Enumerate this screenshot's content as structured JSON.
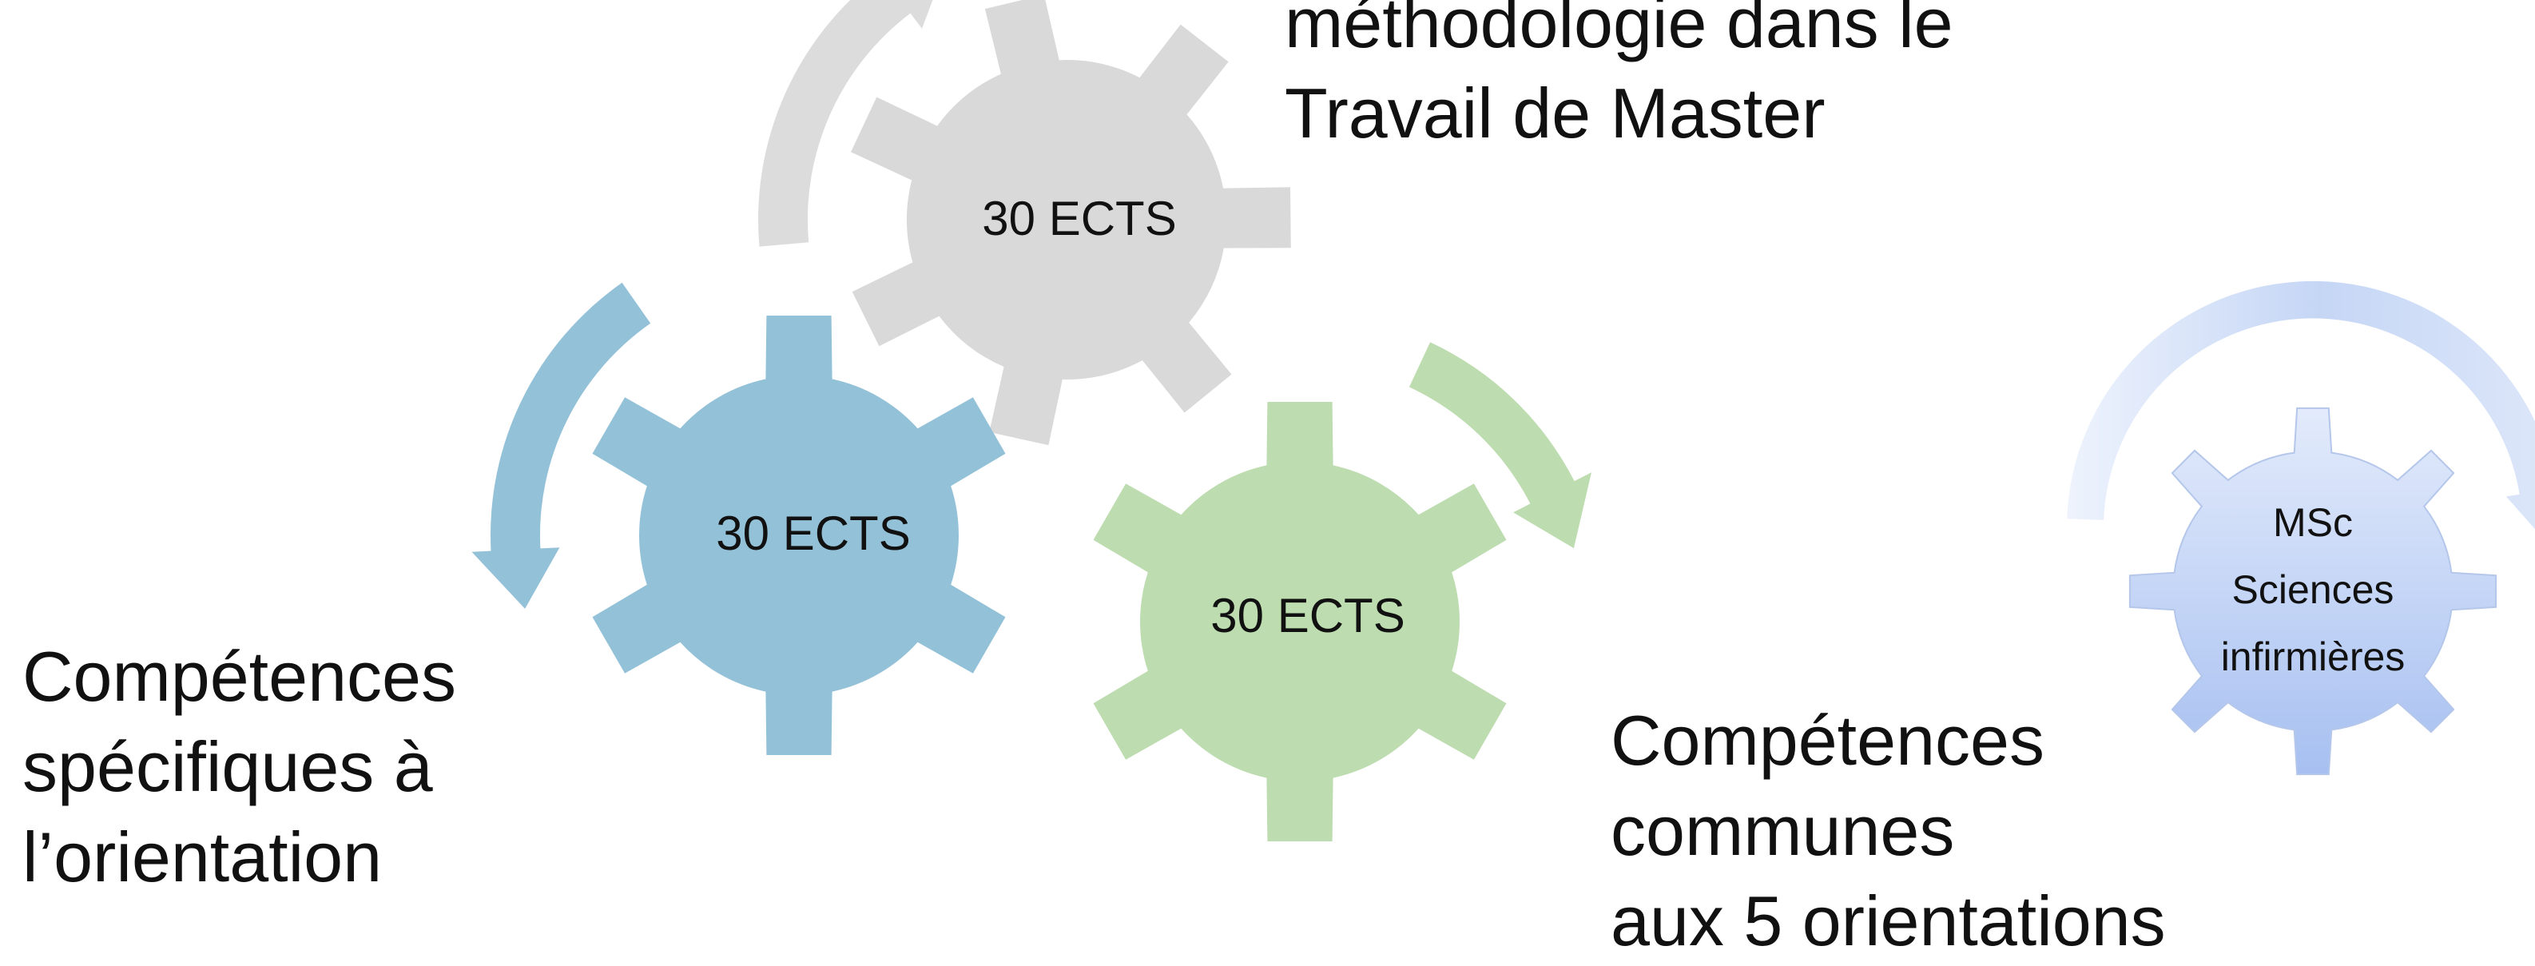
{
  "gears": [
    {
      "id": "gray",
      "label": "30 ECTS",
      "color": "#d9d9d9"
    },
    {
      "id": "blue",
      "label": "30 ECTS",
      "color": "#93c1d7"
    },
    {
      "id": "green",
      "label": "30 ECTS",
      "color": "#bddcb0"
    }
  ],
  "arrows": {
    "gray": "#dcdcdc",
    "blue": "#93c1d7",
    "green": "#bddcb0"
  },
  "captions": {
    "top": [
      "méthodologie dans le",
      "Travail de Master"
    ],
    "left": [
      "Compétences",
      "spécifiques à",
      "l’orientation"
    ],
    "bottom": [
      "Compétences",
      "communes",
      "aux 5 orientations"
    ]
  },
  "logo": {
    "lines": [
      "MSc",
      "Sciences",
      "infirmières"
    ],
    "gear_color_light": "#dbe6fa",
    "gear_color_dark": "#a9c2f2",
    "arc_color": "#c9d9f5"
  }
}
